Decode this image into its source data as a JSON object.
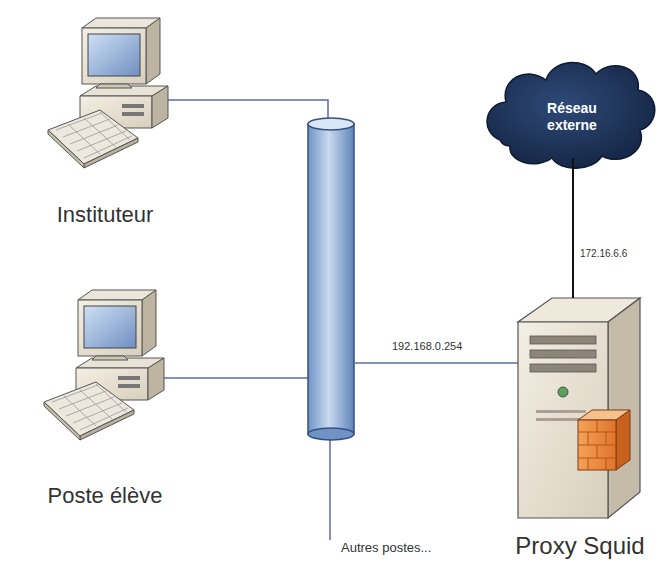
{
  "diagram": {
    "nodes": [
      {
        "text": [
          "Instituteur"
        ]
      },
      {
        "text": [
          "Réseau externe"
        ]
      },
      {
        "text": [
          "Poste élève"
        ]
      },
      {
        "text": [
          "Proxy Squid"
        ]
      }
    ],
    "edges": [
      {
        "from": 1,
        "to": 3,
        "label": "172.16.6.6",
        "arrow": "none"
      }
    ],
    "labels": [
      "192.168.0.254",
      "Autres postes..."
    ]
  }
}
